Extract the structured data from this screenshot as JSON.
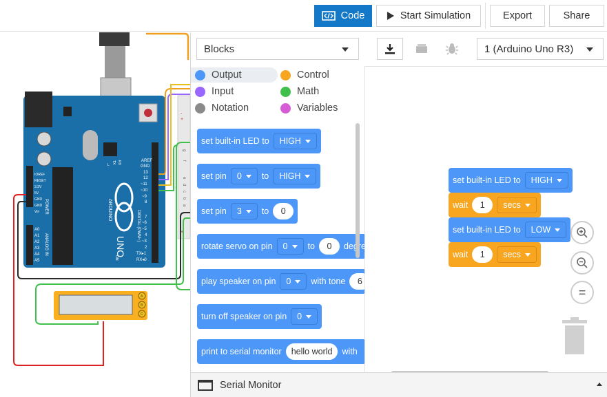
{
  "toolbar": {
    "code_label": "Code",
    "start_simulation_label": "Start Simulation",
    "export_label": "Export",
    "share_label": "Share"
  },
  "code_panel": {
    "editor_mode": "Blocks",
    "board_select": "1 (Arduino Uno R3)"
  },
  "categories": [
    {
      "label": "Output",
      "color": "#4c97f7",
      "selected": true
    },
    {
      "label": "Control",
      "color": "#f8a51f"
    },
    {
      "label": "Input",
      "color": "#9966ff"
    },
    {
      "label": "Math",
      "color": "#40bf4a"
    },
    {
      "label": "Notation",
      "color": "#8a8a8a"
    },
    {
      "label": "Variables",
      "color": "#d65cd6"
    }
  ],
  "palette": {
    "b1_text": "set built-in LED to",
    "b1_value": "HIGH",
    "b2_text": "set pin",
    "b2_pin": "0",
    "b2_to": "to",
    "b2_value": "HIGH",
    "b3_text": "set pin",
    "b3_pin": "3",
    "b3_to": "to",
    "b3_value": "0",
    "b4_text": "rotate servo on pin",
    "b4_pin": "0",
    "b4_to": "to",
    "b4_value": "0",
    "b4_suffix": "degre",
    "b5_text": "play speaker on pin",
    "b5_pin": "0",
    "b5_with": "with tone",
    "b5_value": "6",
    "b6_text": "turn off speaker on pin",
    "b6_pin": "0",
    "b7_text": "print to serial monitor",
    "b7_value": "hello world",
    "b7_with": "with"
  },
  "program": {
    "s1_text": "set built-in LED to",
    "s1_value": "HIGH",
    "s2_text": "wait",
    "s2_value": "1",
    "s2_unit": "secs",
    "s3_text": "set built-in LED to",
    "s3_value": "LOW",
    "s4_text": "wait",
    "s4_value": "1",
    "s4_unit": "secs"
  },
  "zoom_reset_label": "=",
  "serial_monitor_label": "Serial Monitor",
  "board": {
    "aref": "AREF",
    "gnd": "GND",
    "pin13": "13",
    "pin12": "12",
    "pin11": "~11",
    "pin10": "~10",
    "pin9": "~9",
    "pin8": "8",
    "pin7": "7",
    "pin6": "~6",
    "pin5": "~5",
    "pin4": "4",
    "pin3": "~3",
    "pin2": "2",
    "pin1": "TX▸1",
    "pin0": "RX◂0",
    "digital_label": "DIGITAL (PWM~)",
    "uno_label": "UNO",
    "brand_label": "ARDUINO",
    "power_label": "POWER",
    "analog_label": "ANALOG IN",
    "ioref": "IOREF",
    "reset": "RESET",
    "v33": "3.3V",
    "v5": "5V",
    "gnd1": "GND",
    "gnd2": "GND",
    "vin": "Vin",
    "a0": "A0",
    "a1": "A1",
    "a2": "A2",
    "a3": "A3",
    "a4": "A4",
    "a5": "A5",
    "tx": "TX",
    "rx": "RX",
    "l": "L",
    "on": "ON"
  },
  "breadboard": {
    "label_minus": "-",
    "label_plus": "+",
    "row_j": "j",
    "row_i": "i",
    "row_h": "h",
    "row_g": "g",
    "row_f": "f",
    "row_e": "e",
    "row_d": "d",
    "row_c": "c",
    "row_b": "b",
    "row_a": "a"
  },
  "lcd": {
    "pin_a": "A",
    "pin_b": "B",
    "pin_c": "C"
  }
}
